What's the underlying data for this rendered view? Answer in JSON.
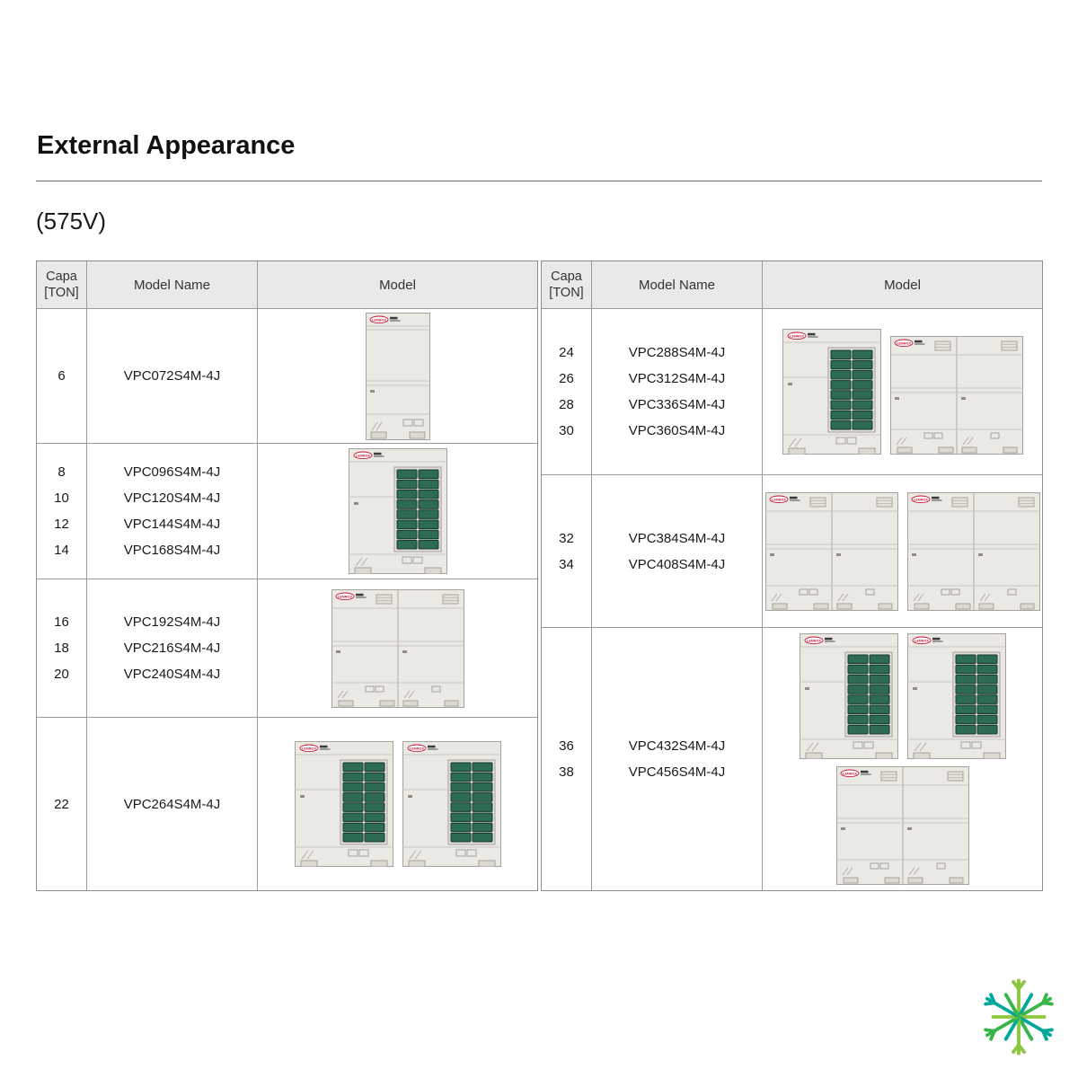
{
  "page": {
    "title": "External Appearance",
    "voltage_label": "(575V)"
  },
  "headers": {
    "capa_lines": [
      "Capa",
      "[TON]"
    ],
    "model_name": "Model Name",
    "model": "Model"
  },
  "unit_brand": {
    "logo_text": "LENNOX"
  },
  "tables": [
    {
      "id": "left",
      "rows": [
        {
          "capacities": [
            "6"
          ],
          "models": [
            "VPC072S4M-4J"
          ],
          "image_units": [
            [
              "slim-plain"
            ]
          ]
        },
        {
          "capacities": [
            "8",
            "10",
            "12",
            "14"
          ],
          "models": [
            "VPC096S4M-4J",
            "VPC120S4M-4J",
            "VPC144S4M-4J",
            "VPC168S4M-4J"
          ],
          "image_units": [
            [
              "single-grid"
            ]
          ]
        },
        {
          "capacities": [
            "16",
            "18",
            "20"
          ],
          "models": [
            "VPC192S4M-4J",
            "VPC216S4M-4J",
            "VPC240S4M-4J"
          ],
          "image_units": [
            [
              "double-plain"
            ]
          ]
        },
        {
          "capacities": [
            "22"
          ],
          "models": [
            "VPC264S4M-4J"
          ],
          "image_units": [
            [
              "single-grid",
              "single-grid"
            ]
          ]
        }
      ]
    },
    {
      "id": "right",
      "rows": [
        {
          "capacities": [
            "24",
            "26",
            "28",
            "30"
          ],
          "models": [
            "VPC288S4M-4J",
            "VPC312S4M-4J",
            "VPC336S4M-4J",
            "VPC360S4M-4J"
          ],
          "image_units": [
            [
              "single-grid",
              "double-plain"
            ]
          ]
        },
        {
          "capacities": [
            "32",
            "34"
          ],
          "models": [
            "VPC384S4M-4J",
            "VPC408S4M-4J"
          ],
          "image_units": [
            [
              "double-plain",
              "double-plain"
            ]
          ]
        },
        {
          "capacities": [
            "36",
            "38"
          ],
          "models": [
            "VPC432S4M-4J",
            "VPC456S4M-4J"
          ],
          "image_units": [
            [
              "single-grid",
              "single-grid"
            ],
            [
              "double-plain"
            ]
          ]
        }
      ]
    }
  ],
  "footer": {
    "logo_icon": "lennox-spark-snowflake-icon"
  },
  "colors": {
    "header_bg": "#e9e9e9",
    "table_border": "#8d8d8d",
    "cell_border": "#9a9a9a",
    "rule_color": "#6f6f6f",
    "cabinet": "#ebe9e4",
    "cabinet_edge": "#a5a29b",
    "seam": "#c9c6bf",
    "coil_fill": "#2e6b53",
    "coil_edge": "#14382c",
    "logo_red": "#c41230",
    "spark_green": "#39b54a",
    "spark_green_light": "#8dc63f",
    "spark_teal": "#00a79d"
  }
}
